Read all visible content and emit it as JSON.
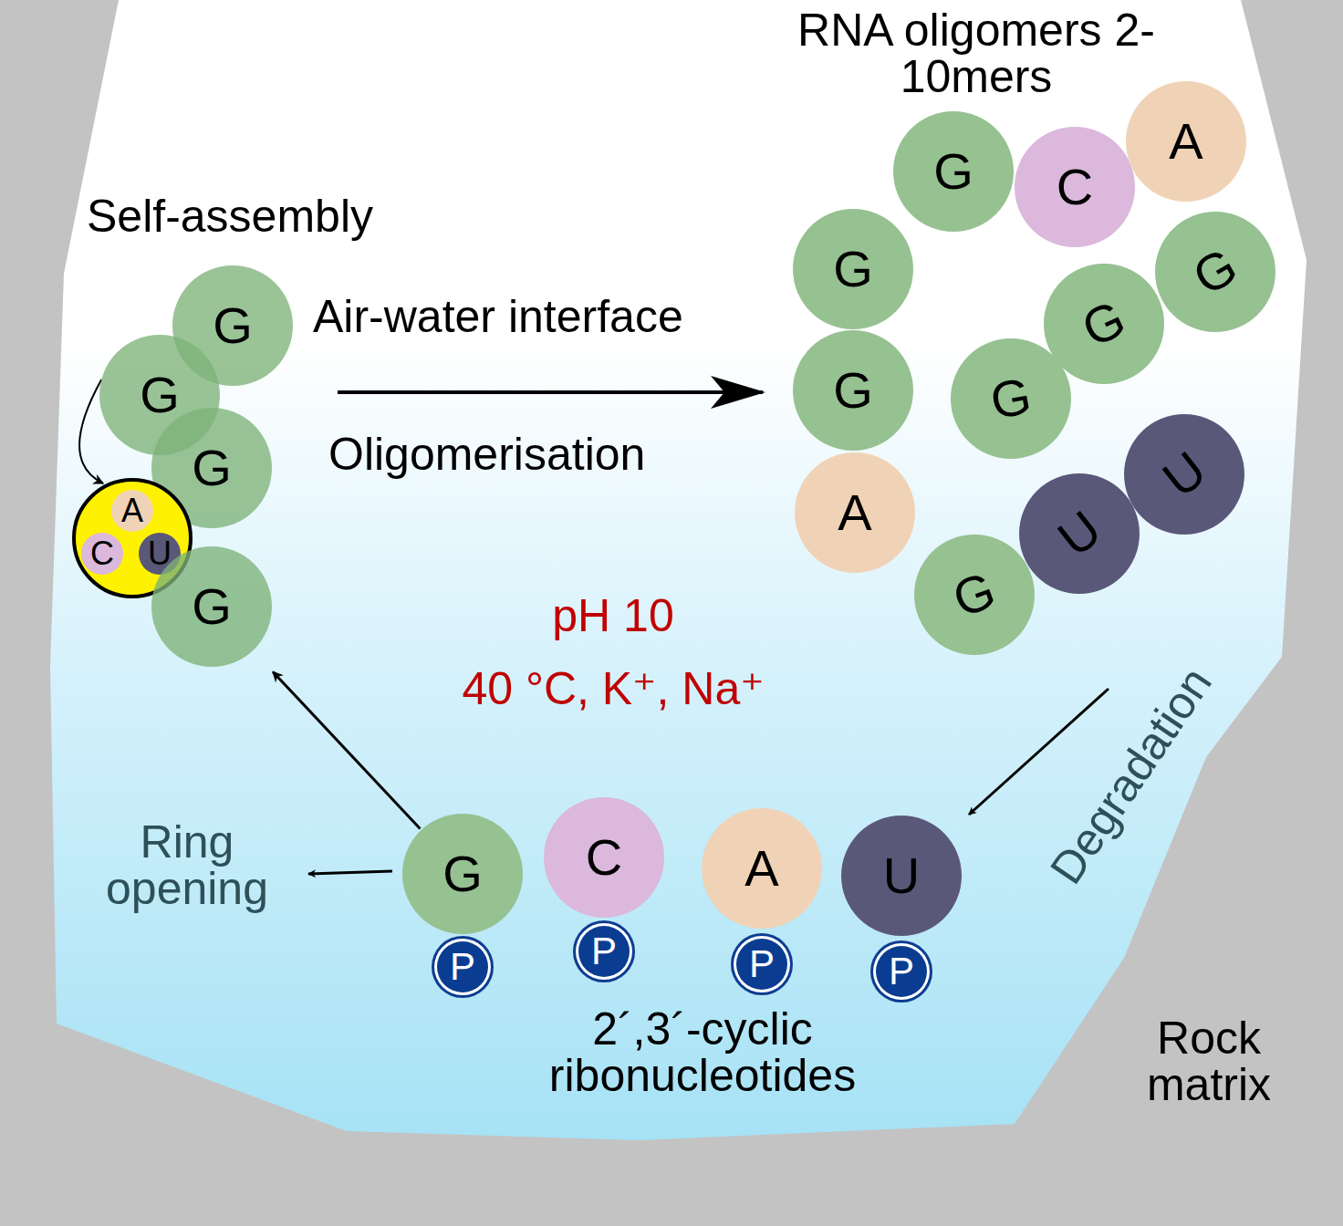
{
  "diagram": {
    "nodes": [
      {
        "text": [
          "G"
        ]
      },
      {
        "text": [
          "G"
        ]
      },
      {
        "text": [
          "G"
        ]
      },
      {
        "text": []
      },
      {
        "text": [
          "A"
        ],
        "in": 3
      },
      {
        "text": [
          "C"
        ],
        "in": 3
      },
      {
        "text": [
          "U"
        ],
        "in": 3
      },
      {
        "text": [
          "G"
        ]
      },
      {
        "text": [
          "G"
        ]
      },
      {
        "text": [
          "C"
        ]
      },
      {
        "text": [
          "A"
        ]
      },
      {
        "text": [
          "G"
        ]
      },
      {
        "text": [
          "G"
        ]
      },
      {
        "text": [
          "A"
        ]
      },
      {
        "text": [
          "G"
        ]
      },
      {
        "text": [
          "G"
        ]
      },
      {
        "text": [
          "G"
        ]
      },
      {
        "text": [
          "G"
        ]
      },
      {
        "text": [
          "U"
        ]
      },
      {
        "text": [
          "U"
        ]
      },
      {
        "text": [
          "G"
        ]
      },
      {
        "text": [
          "P"
        ]
      },
      {
        "text": [
          "C"
        ]
      },
      {
        "text": [
          "P"
        ]
      },
      {
        "text": [
          "A"
        ]
      },
      {
        "text": [
          "P"
        ]
      },
      {
        "text": [
          "U"
        ]
      },
      {
        "text": [
          "P"
        ]
      }
    ],
    "edges": [
      {
        "from": 1,
        "to": 3,
        "arrow": "to"
      },
      {
        "from": 20,
        "to": 7,
        "arrow": "to"
      }
    ],
    "labels": [
      "RNA oligomers 2-10mers",
      "Self-assembly",
      "Air-water interface",
      "Oligomerisation",
      "pH 10",
      "40 °C, K⁺, Na⁺",
      "Degradation",
      "Ring opening",
      "2´,3´-cyclic ribonucleotides",
      "Rock matrix"
    ]
  }
}
